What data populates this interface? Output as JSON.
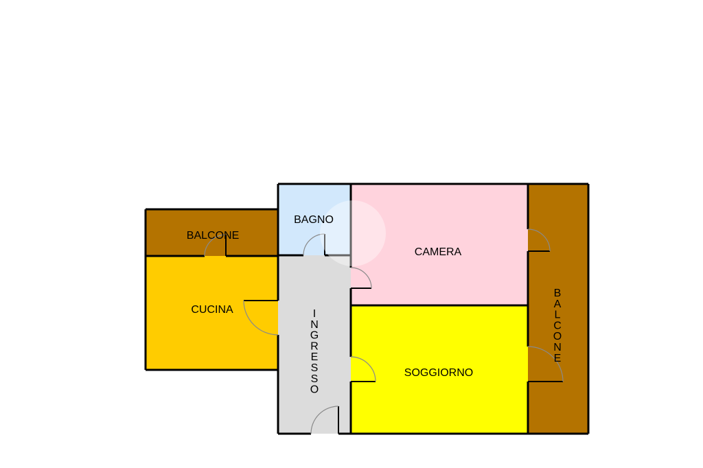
{
  "colors": {
    "balcone": "#b47300",
    "cucina": "#ffcc00",
    "bagno": "#d2e8fc",
    "ingresso": "#dcdcdc",
    "camera": "#ffd3dd",
    "soggiorno": "#ffff00",
    "walls": "#000000",
    "background": "#ffffff"
  },
  "rooms": {
    "balcone_left": {
      "label": "BALCONE"
    },
    "cucina": {
      "label": "CUCINA"
    },
    "bagno": {
      "label": "BAGNO"
    },
    "ingresso": {
      "label": "INGRESSO"
    },
    "camera": {
      "label": "CAMERA"
    },
    "soggiorno": {
      "label": "SOGGIORNO"
    },
    "balcone_right": {
      "label": "BALCONE"
    }
  }
}
